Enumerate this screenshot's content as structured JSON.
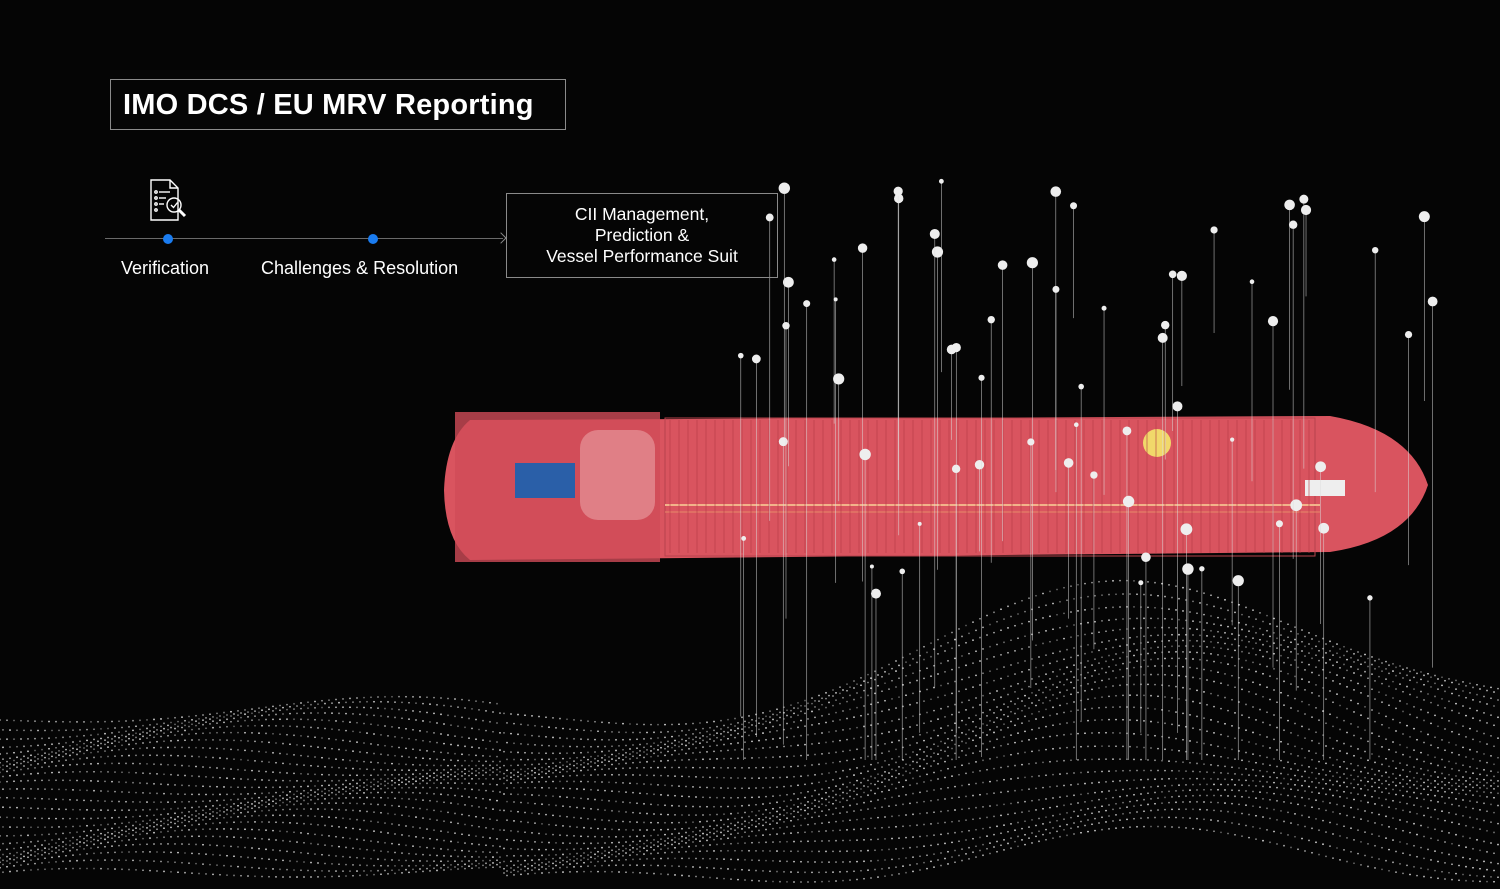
{
  "header": {
    "title": "IMO DCS / EU MRV Reporting"
  },
  "timeline": {
    "steps": [
      {
        "label": "Verification",
        "icon": "document-check-magnifier-icon"
      },
      {
        "label": "Challenges & Resolution"
      }
    ],
    "next": {
      "lines": [
        "CII Management,",
        "Prediction &",
        "Vessel Performance Suit"
      ]
    }
  },
  "colors": {
    "accent": "#1a7cf0",
    "ship_hull": "#d9545f",
    "background": "#050505"
  }
}
